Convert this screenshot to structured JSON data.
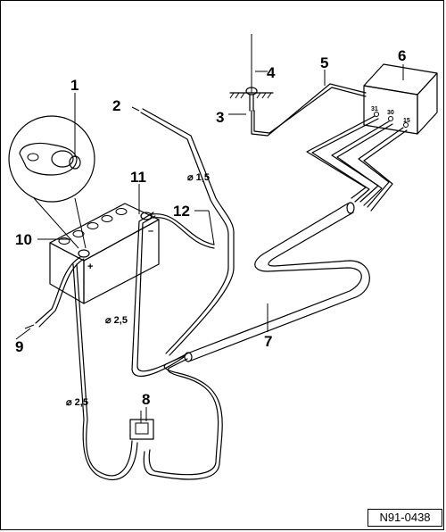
{
  "callouts": {
    "c1": "1",
    "c2": "2",
    "c3": "3",
    "c4": "4",
    "c5": "5",
    "c6": "6",
    "c7": "7",
    "c8": "8",
    "c9": "9",
    "c10": "10",
    "c11": "11",
    "c12": "12"
  },
  "cable_labels": {
    "d15": "⌀ 1,5",
    "d25_upper": "⌀ 2,5",
    "d25_lower": "⌀ 2,5"
  },
  "terminals": {
    "t31": "31",
    "t30": "30",
    "t15": "15",
    "plus": "+",
    "minus": "–"
  },
  "reference": "N91-0438"
}
